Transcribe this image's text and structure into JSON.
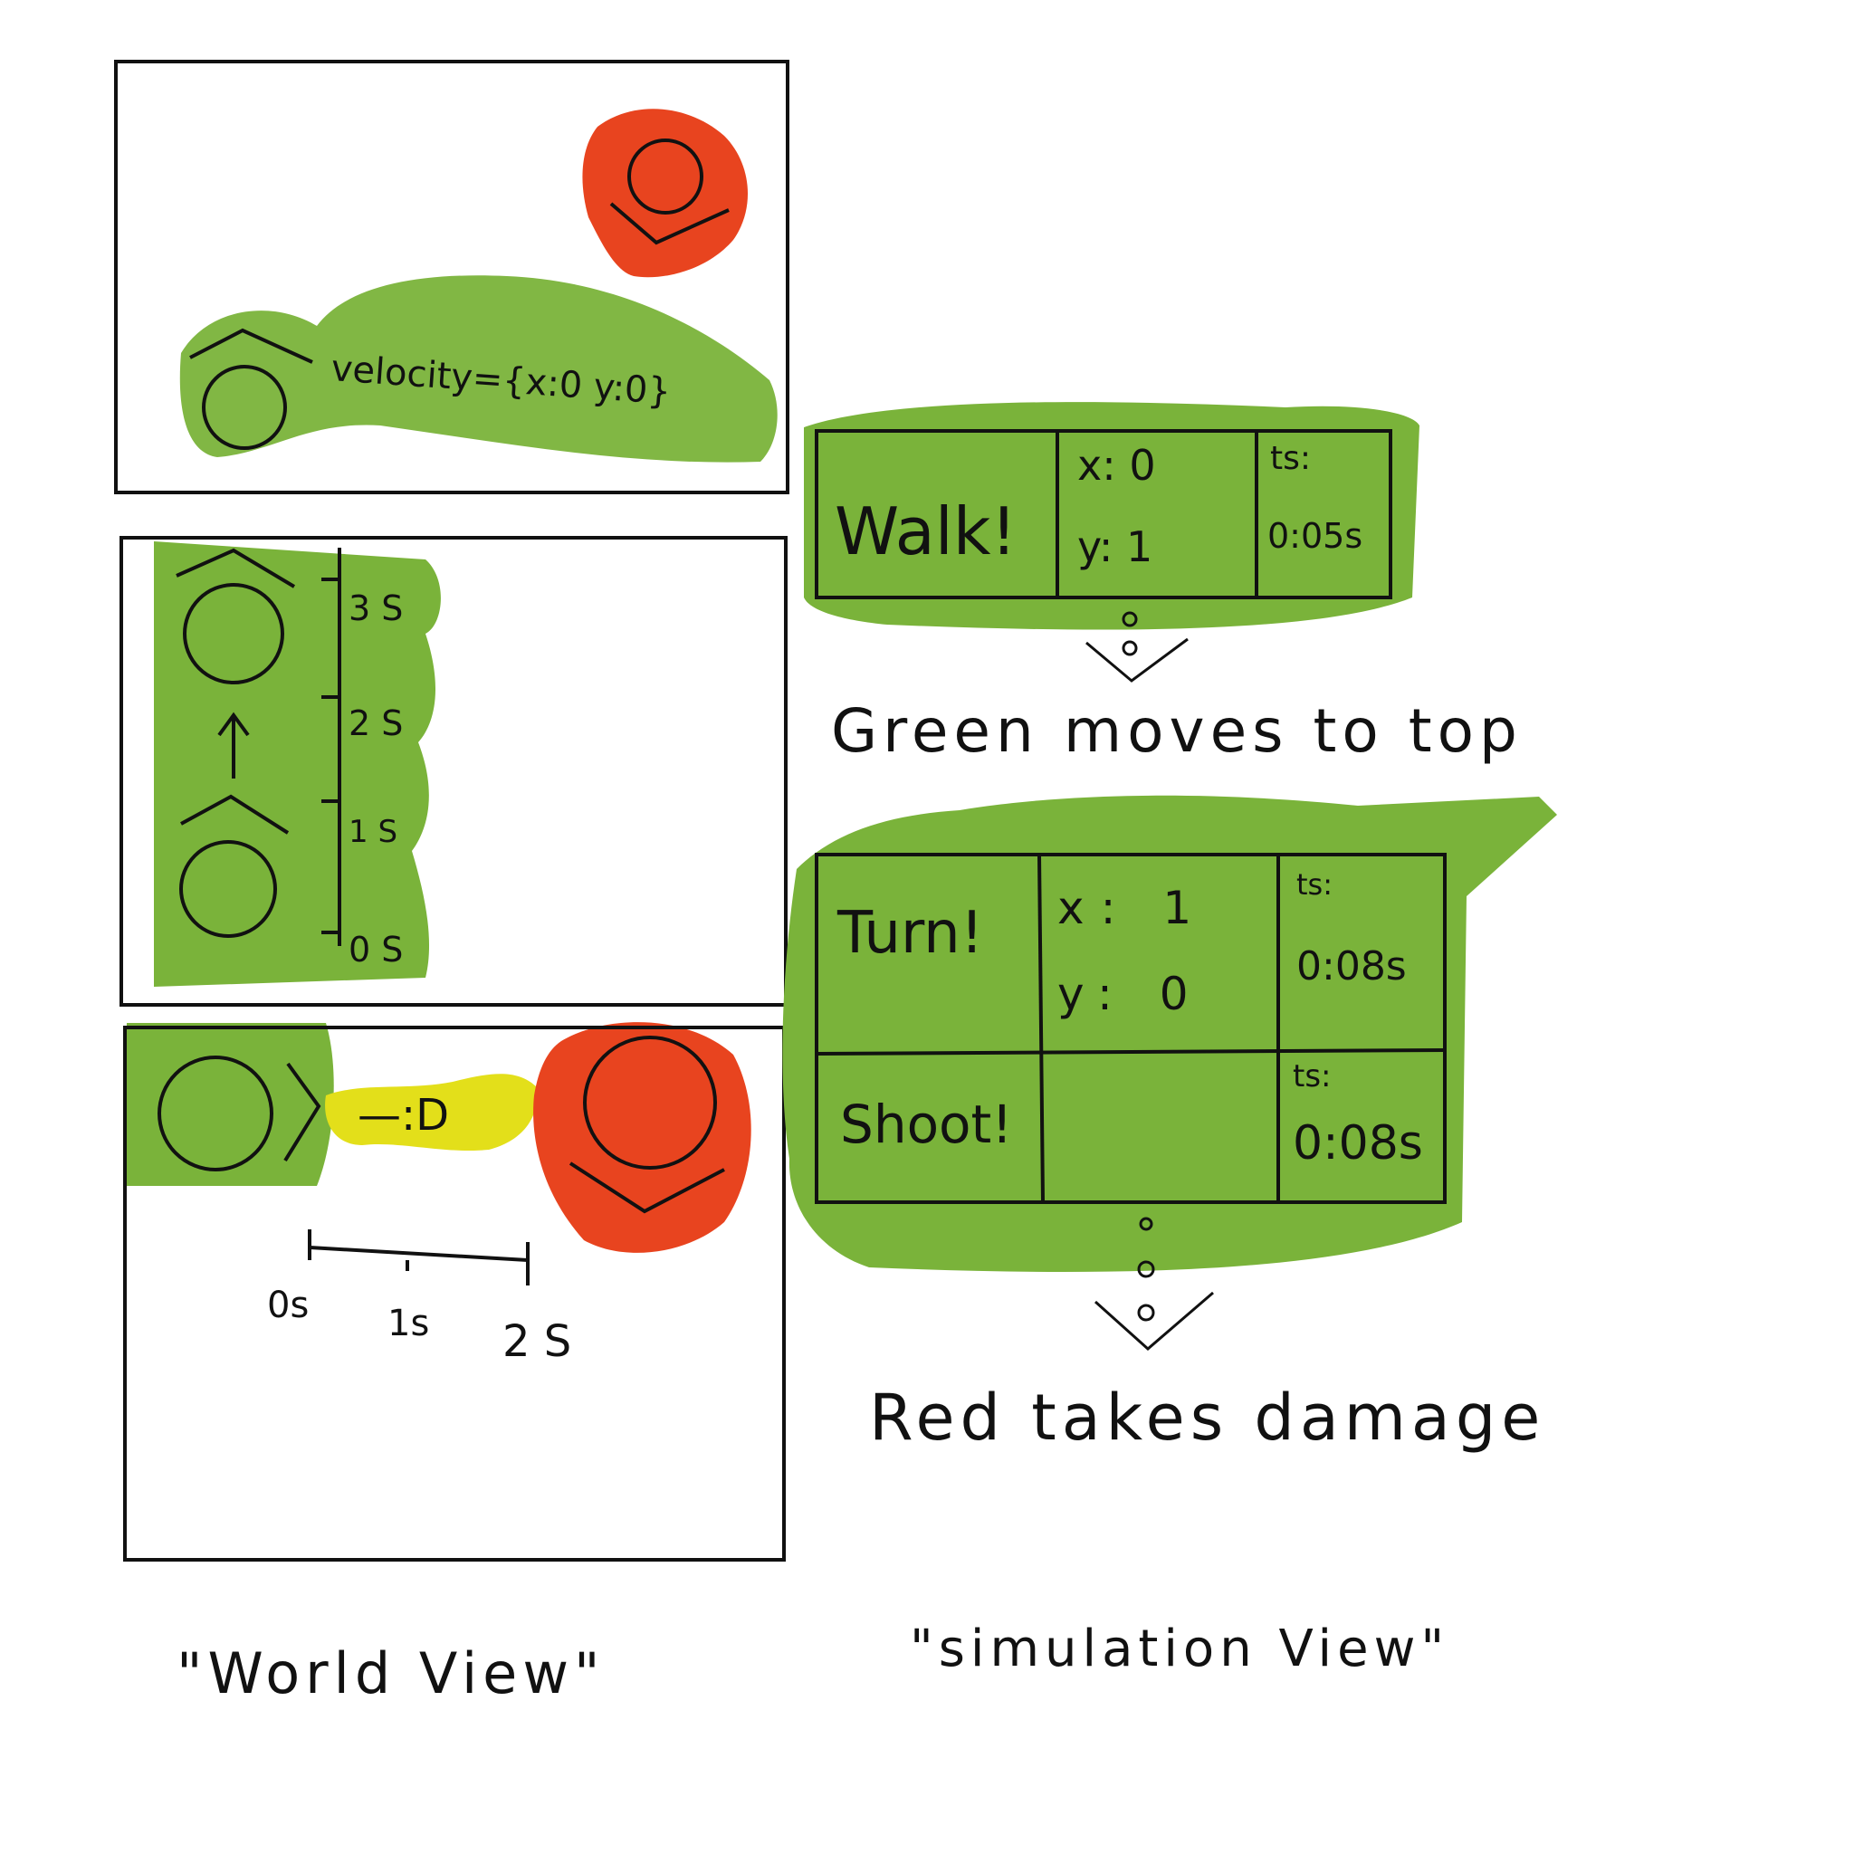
{
  "colors": {
    "green": "#7ab33a",
    "red": "#e8441f",
    "yellow": "#e3df1a",
    "ink": "#111111",
    "paper": "#ffffff"
  },
  "panel1": {
    "velocity_label": "velocity={x:0 y:0}"
  },
  "panel2": {
    "ticks": [
      "3 S",
      "2 S",
      "1 S",
      "0 S"
    ]
  },
  "panel3": {
    "bullet_label": "—:D",
    "ticks": [
      "0s",
      "1s",
      "2 S"
    ]
  },
  "simulation": {
    "walk": {
      "action": "Walk!",
      "x_line": "x: 0",
      "y_line": "y: 1",
      "ts_label": "ts:",
      "ts_value": "0:05s"
    },
    "caption1": "Green moves to top",
    "turn": {
      "action": "Turn!",
      "x_line": "x: 1",
      "y_line": "y: 0",
      "ts_label": "ts:",
      "ts_value": "0:08s"
    },
    "shoot": {
      "action": "Shoot!",
      "ts_label": "ts:",
      "ts_value": "0:08s"
    },
    "caption2": "Red takes damage"
  },
  "labels": {
    "world_view": "\"World View\"",
    "simulation_view": "\"simulation View\""
  }
}
